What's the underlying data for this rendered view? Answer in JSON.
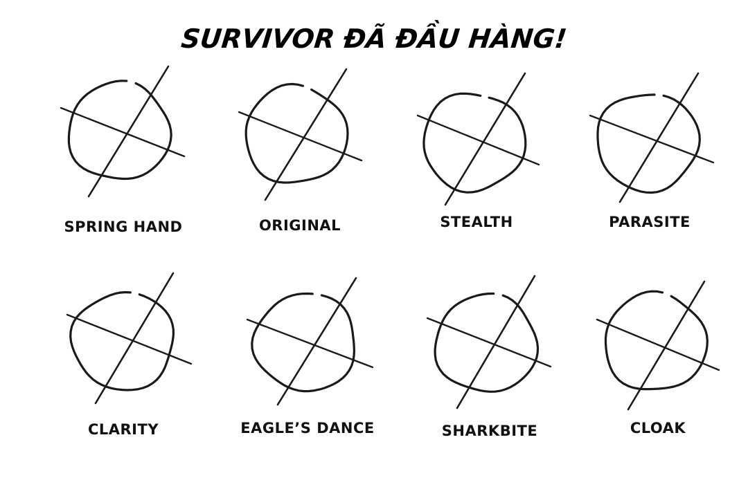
{
  "title": "SURVIVOR ĐÃ ĐẦU HÀNG!",
  "items": [
    {
      "label": "SPRING HAND"
    },
    {
      "label": "ORIGINAL"
    },
    {
      "label": "STEALTH"
    },
    {
      "label": "PARASITE"
    },
    {
      "label": "CLARITY"
    },
    {
      "label": "EAGLE’S DANCE"
    },
    {
      "label": "SHARKBITE"
    },
    {
      "label": "CLOAK"
    }
  ]
}
